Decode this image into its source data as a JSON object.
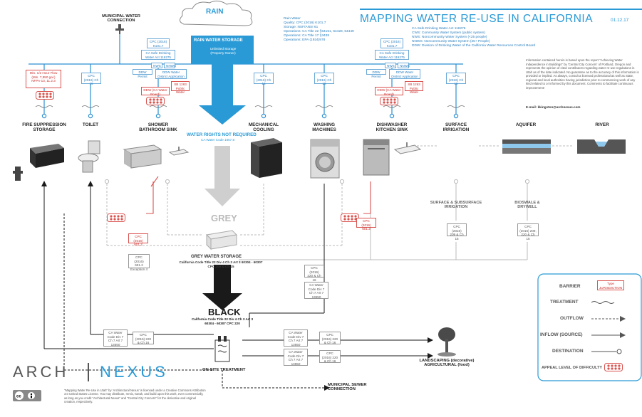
{
  "header": {
    "title": "MAPPING WATER RE-USE IN CALIFORNIA",
    "date": "01.12.17",
    "rain": "RAIN",
    "municipal": "MUNICIPAL WATER CONNECTION"
  },
  "rain_list": [
    "Rain Water",
    "Quality: CPC (2016) K101.7",
    "Storage: NSF/ANSI 61",
    "Operations: CA Title 22 §64151, 64428, 64449",
    "Operations: CA Title 17 §3438",
    "Operations: EPA (1924)978"
  ],
  "abbrev_list": [
    "CA Safe Drinking Water Act 116275",
    "CWS: Community Water System (public system)",
    "NWS: Noncommunity Water System (<25 people)",
    "NNWS: Noncommunity Water System (25+ People)",
    "DDW: Division of Drinking Water of the California Water Resources Control Board"
  ],
  "disclaimer": "Information contained herein is based upon the report \"Achieving Water Independence in Buildings\" by 'Central City Concern' of Portland, Oregon and represents the opinion of cited contributors regarding water re-use regulations in Utah as of the date indicated. No guarantee as to the accuracy of this information is provided or implied. As always, consult a licensed professional as well as State, regional and local authorities having jurisdiction prior to commencing work of any kind related to or informed by this document. Comments to facilitate continuous improvement!",
  "email": "E-mail: kkingston@archnexus.com",
  "storage": {
    "title": "RAIN WATER STORAGE",
    "sub": "Unlimited Storage (Property Owner)"
  },
  "rights": {
    "title": "WATER RIGHTS NOT REQUIRED",
    "sub": "CA Water Code 1657.8"
  },
  "uses": [
    {
      "label": "FIRE SUPPRESSION STORAGE"
    },
    {
      "label": "TOILET"
    },
    {
      "label": "SHOWER BATHROOM SINK"
    },
    {
      "label": "MECHANICAL COOLING"
    },
    {
      "label": "WASHING MACHINES"
    },
    {
      "label": "DISHWASHER KITCHEN SINK"
    },
    {
      "label": "SURFACE IRRIGATION"
    },
    {
      "label": "AQUIFER"
    },
    {
      "label": "RIVER"
    }
  ],
  "codes": {
    "fire": "Min. 1/2 Hour Flow (Min. 7,950 gal.) NFPA-13, 11.2.3",
    "toilet": "CPC (2016) Ch 16",
    "shower_cpc": "CPC (2016) K101.7",
    "shower_ca": "CA Safe Drinking Water Act 116275",
    "nws": "NWS",
    "nnws": "NNWS",
    "ddw_permit": "DDW Permit",
    "ddw_app": "DDW Water District Application",
    "ddw_red": "DDW (CA Water Board)",
    "sb": "SB 1263 Public Water",
    "mech": "CPC (2016) Ch 16",
    "wash": "CPC (2016) Ch 16",
    "dish_cpc": "CPC (2016) K101.7",
    "surface": "CPC (2016) Ch 16",
    "grey_cpc1": "CPC (2016) 601.2",
    "grey_cpc2": "CPC (2016) 601.2 Exception 4",
    "dish_grey": "CPC (2016) 601.2",
    "wash_220": "CPC (2016) 220 & Ch 16",
    "ca_water": "CA Water Code Div 7 Ch 7 Art 7 13550",
    "surf_sub": "CPC (2016) 209 & Ch 15",
    "bio": "CPC (2016) 209, 220 & Ch 15",
    "black_ca": "CA Water Code Div 7 Ch 7 Art 7 13550",
    "black_cpc": "CPC (2016) 220 & Ch 16",
    "land_ca1": "CA Water Code Div 7 Ch 7 Art 7 13550",
    "land_cpc1": "CPC (2016) 220 & Ch 16",
    "land_ca2": "CA Water Code Div 7 Ch 7 Art 7 13550",
    "land_cpc2": "CPC (2016) 220 & Ch 16"
  },
  "grey": {
    "title": "GREY",
    "storage": "GREY WATER STORAGE",
    "code": "California Code Title 22 Div 4 Ch 3 Art 3 60304 - 60307 CPC 209 & Ch 15"
  },
  "black": {
    "title": "BLACK",
    "code": "California Code Title 22 Div 4 Ch 3 Art 3 60304 - 60307 CPC 220"
  },
  "onsite": "ON-SITE TREATMENT",
  "sewer": "MUNICIPAL SEWER CONNECTION",
  "landscaping": "LANDSCAPING (decorative) AGRICULTURAL (food)",
  "surface_sub": "SURFACE & SUBSURFACE IRRIGATION",
  "bioswale": "BIOSWALE & DRYWELL",
  "legend": {
    "barrier": "BARRIER",
    "barrier_box": "Type JURISDICTION",
    "treatment": "TREATMENT",
    "outflow": "OUTFLOW",
    "inflow": "INFLOW (SOURCE)",
    "destination": "DESTINATION",
    "appeal": "APPEAL LEVEL OF DIFFICULTY"
  },
  "brand": {
    "left": "ARCH",
    "right": "NEXUS"
  },
  "license": "\"Mapping Water Re-Use in Utah\" by 'Architectural Nexus' is licensed under a Creative Commons Attribution 3.0 United States License. You may distribute, remix, tweak, and build upon this work, even commercially, as long as you credit \"Architectural Nexus\" and \"Central City Concern\" for the derivative and original creation, respectively.",
  "colors": {
    "blue": "#2a8fd0",
    "red": "#d9534f",
    "grey": "#aaaaaa",
    "black": "#1a1a1a"
  }
}
